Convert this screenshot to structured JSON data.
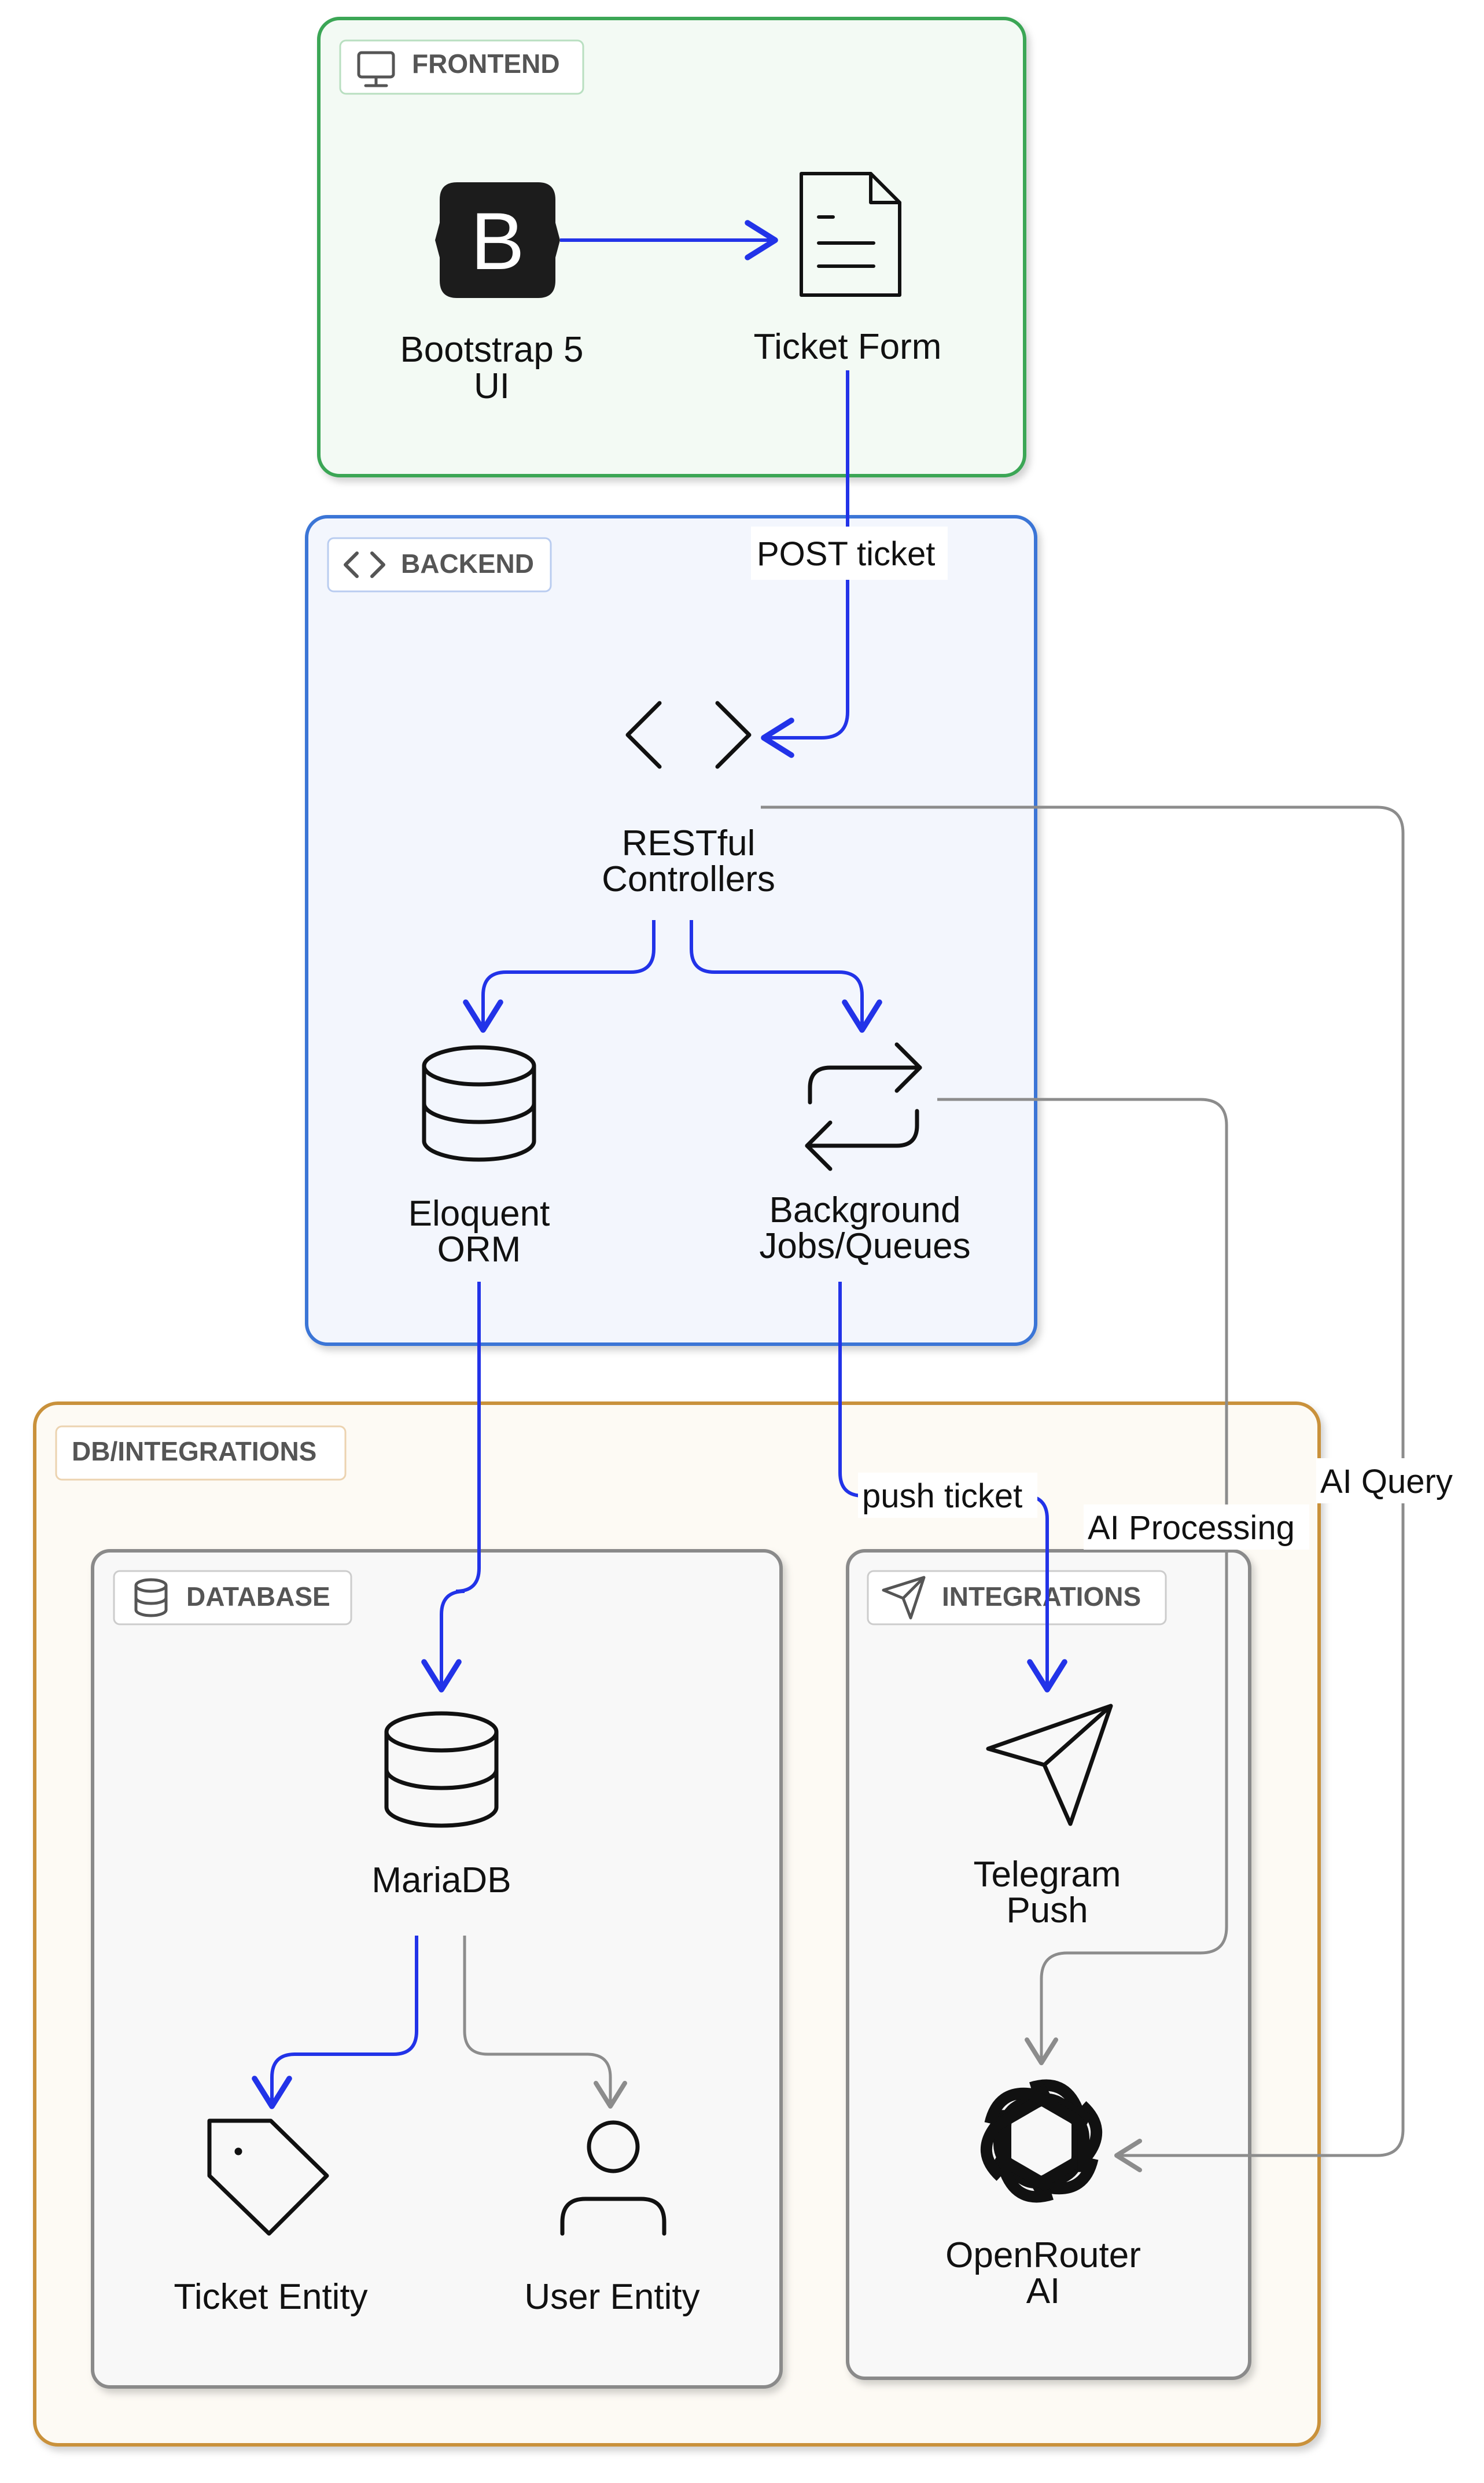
{
  "groups": {
    "frontend": {
      "label": "FRONTEND",
      "icon": "monitor-icon",
      "border": "#3aa655",
      "fill": "#f3faf4"
    },
    "backend": {
      "label": "BACKEND",
      "icon": "code-brackets-icon",
      "border": "#3a74d6",
      "fill": "#f3f6fd"
    },
    "db_integrations": {
      "label": "DB/INTEGRATIONS",
      "border": "#c9913a",
      "fill": "#fdfaf4"
    },
    "database": {
      "label": "DATABASE",
      "icon": "database-icon",
      "border": "#8a8a8a",
      "fill": "#f8f8f8"
    },
    "integrations": {
      "label": "INTEGRATIONS",
      "icon": "send-icon",
      "border": "#8a8a8a",
      "fill": "#f8f8f8"
    }
  },
  "nodes": {
    "bootstrap": {
      "line1": "Bootstrap 5",
      "line2": "UI",
      "icon": "bootstrap-logo-icon"
    },
    "ticket_form": {
      "line1": "Ticket Form",
      "icon": "document-icon"
    },
    "restful": {
      "line1": "RESTful",
      "line2": "Controllers",
      "icon": "code-brackets-icon"
    },
    "eloquent": {
      "line1": "Eloquent",
      "line2": "ORM",
      "icon": "database-icon"
    },
    "jobs": {
      "line1": "Background",
      "line2": "Jobs/Queues",
      "icon": "repeat-arrows-icon"
    },
    "mariadb": {
      "line1": "MariaDB",
      "icon": "database-icon"
    },
    "ticket_entity": {
      "line1": "Ticket Entity",
      "icon": "tag-icon"
    },
    "user_entity": {
      "line1": "User Entity",
      "icon": "user-icon"
    },
    "telegram": {
      "line1": "Telegram",
      "line2": "Push",
      "icon": "send-icon"
    },
    "openrouter": {
      "line1": "OpenRouter",
      "line2": "AI",
      "icon": "openai-logo-icon"
    }
  },
  "edges": {
    "post_ticket": {
      "label": "POST ticket"
    },
    "push_ticket": {
      "label": "push ticket"
    },
    "ai_processing": {
      "label": "AI Processing"
    },
    "ai_query": {
      "label": "AI Query"
    }
  },
  "colors": {
    "primary_edge": "#2233e8",
    "secondary_edge": "#8c8c8c",
    "icon": "#111111"
  }
}
